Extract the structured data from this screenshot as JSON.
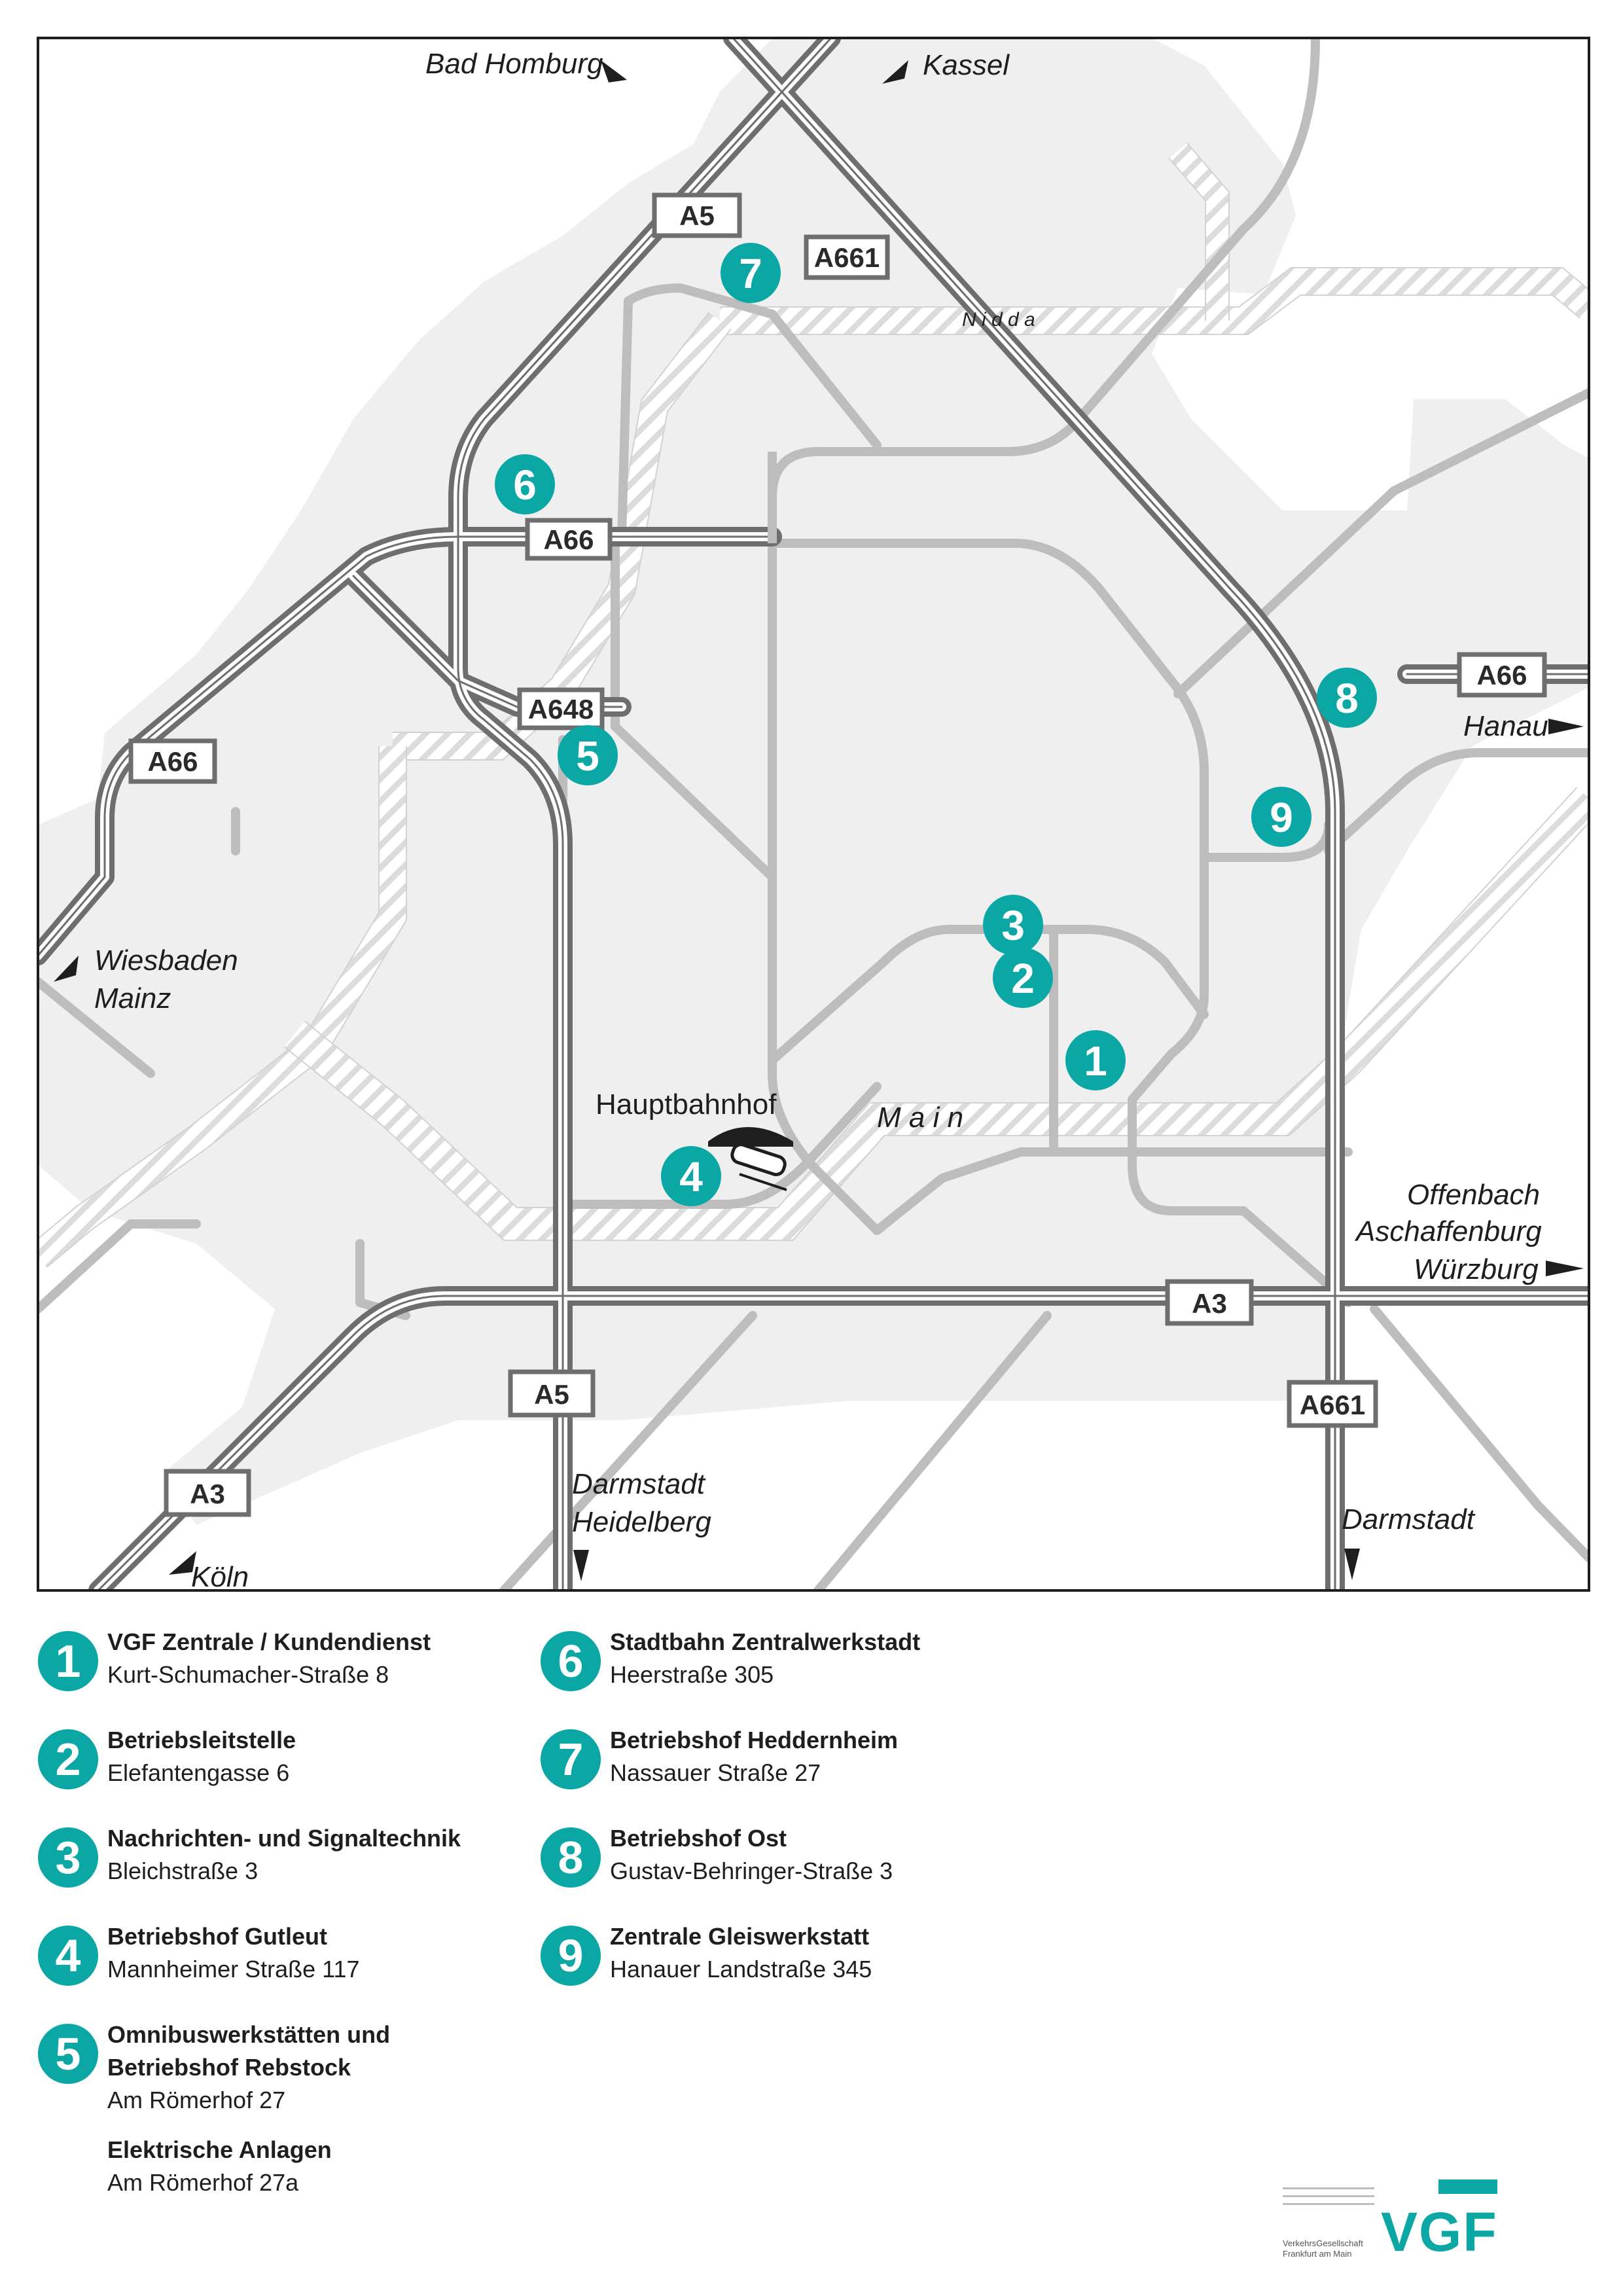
{
  "map": {
    "roads": {
      "a5_north": "A5",
      "a661_north": "A661",
      "a66_center": "A66",
      "a648": "A648",
      "a66_east": "A66",
      "a66_west": "A66",
      "a3_center": "A3",
      "a5_south": "A5",
      "a661_south": "A661",
      "a3_southwest": "A3"
    },
    "destinations": {
      "bad_homburg": "Bad Homburg",
      "kassel": "Kassel",
      "wiesbaden": "Wiesbaden",
      "mainz": "Mainz",
      "hanau": "Hanau",
      "offenbach": "Offenbach",
      "aschaffenburg": "Aschaffenburg",
      "wuerzburg": "Würzburg",
      "darmstadt_heidelberg_1": "Darmstadt",
      "darmstadt_heidelberg_2": "Heidelberg",
      "darmstadt_east": "Darmstadt",
      "koeln": "Köln"
    },
    "rivers": {
      "nidda": "N i d d a",
      "main": "M a i n"
    },
    "station": "Hauptbahnhof",
    "markers": [
      "1",
      "2",
      "3",
      "4",
      "5",
      "6",
      "7",
      "8",
      "9"
    ]
  },
  "legend": {
    "items": [
      {
        "num": "1",
        "name": "VGF Zentrale / Kundendienst",
        "address": "Kurt-Schumacher-Straße 8"
      },
      {
        "num": "2",
        "name": "Betriebsleitstelle",
        "address": "Elefantengasse 6"
      },
      {
        "num": "3",
        "name": "Nachrichten- und Signaltechnik",
        "address": "Bleichstraße 3"
      },
      {
        "num": "4",
        "name": "Betriebshof Gutleut",
        "address": "Mannheimer Straße 117"
      },
      {
        "num": "5",
        "name": "Omnibuswerkstätten und",
        "name2": "Betriebshof Rebstock",
        "address": "Am Römerhof 27",
        "extra_name": "Elektrische Anlagen",
        "extra_address": "Am Römerhof 27a"
      },
      {
        "num": "6",
        "name": "Stadtbahn Zentralwerkstadt",
        "address": "Heerstraße 305"
      },
      {
        "num": "7",
        "name": "Betriebshof Heddernheim",
        "address": "Nassauer Straße 27"
      },
      {
        "num": "8",
        "name": "Betriebshof Ost",
        "address": "Gustav-Behringer-Straße 3"
      },
      {
        "num": "9",
        "name": "Zentrale Gleiswerkstatt",
        "address": "Hanauer Landstraße 345"
      }
    ]
  },
  "logo": {
    "line1": "VerkehrsGesellschaft",
    "line2": "Frankfurt am Main",
    "word": "VGF"
  },
  "colors": {
    "teal": "#0aa7a5",
    "area": "#efefef",
    "street": "#bdbdbd",
    "highway": "#6e6e6e"
  }
}
